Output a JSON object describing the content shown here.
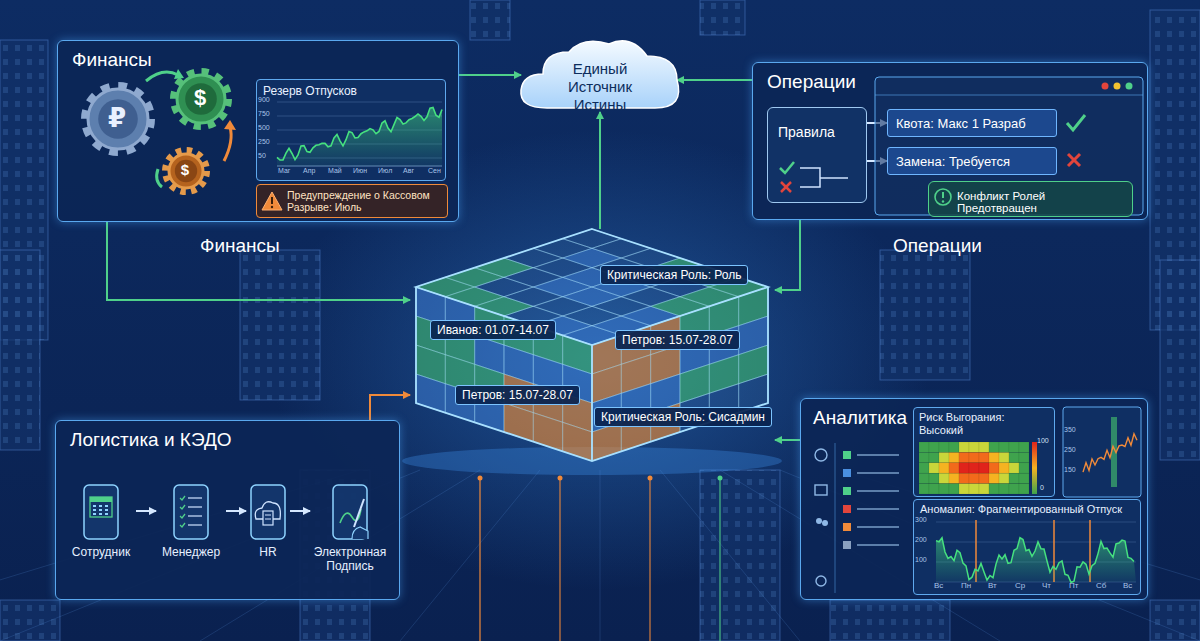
{
  "diagram": {
    "nodes": [
      {
        "text": [
          "Финансы"
        ]
      },
      {
        "text": [
          "Резерв Отпусков"
        ],
        "in": 0
      },
      {
        "text": [
          "Предупреждение о Кассовом Разрыве: Июль"
        ],
        "in": 0
      },
      {
        "text": [
          "Единый Источник Истины"
        ]
      },
      {
        "text": [
          "Операции"
        ]
      },
      {
        "text": [
          "Правила"
        ],
        "in": 4
      },
      {
        "text": [
          "Квота: Макс 1 Разраб"
        ],
        "in": 4
      },
      {
        "text": [
          "Замена: Требуется"
        ],
        "in": 4
      },
      {
        "text": [
          "Конфликт Ролей Предотвращен"
        ],
        "in": 4
      },
      {
        "text": [
          "Критическая Роль: Роль",
          "Иванов: 01.07-14.07",
          "Петров: 15.07-28.07",
          "Петров: 15.07-28.07",
          "Критическая Роль: Сисадмин"
        ]
      },
      {
        "text": [
          "Логистика и КЭДО"
        ]
      },
      {
        "text": [
          "Сотрудник"
        ],
        "in": 10
      },
      {
        "text": [
          "Менеджер"
        ],
        "in": 10
      },
      {
        "text": [
          "HR"
        ],
        "in": 10
      },
      {
        "text": [
          "Электронная Подпись"
        ],
        "in": 10
      },
      {
        "text": [
          "Аналитика"
        ]
      },
      {
        "text": [
          "Риск Выгорания: Высокий"
        ],
        "in": 15
      },
      {
        "text": [
          "Аномалия: Фрагментированный Отпуск"
        ],
        "in": 15
      }
    ],
    "edges": [
      {
        "from": 0,
        "to": 3,
        "arrow": "to"
      },
      {
        "from": 4,
        "to": 3,
        "arrow": "to"
      },
      {
        "from": 9,
        "to": 3,
        "arrow": "to"
      },
      {
        "from": 0,
        "to": 9,
        "arrow": "to"
      },
      {
        "from": 4,
        "to": 9,
        "arrow": "to"
      },
      {
        "from": 10,
        "to": 9,
        "arrow": "to"
      },
      {
        "from": 15,
        "to": 9,
        "arrow": "to"
      },
      {
        "from": 5,
        "to": 6,
        "arrow": "to"
      },
      {
        "from": 5,
        "to": 7,
        "arrow": "to"
      },
      {
        "from": 11,
        "to": 12,
        "arrow": "to"
      },
      {
        "from": 12,
        "to": 13,
        "arrow": "to"
      },
      {
        "from": 13,
        "to": 14,
        "arrow": "to"
      }
    ],
    "labels": [
      "Финансы",
      "Операции",
      "₽",
      "$",
      "$",
      "900",
      "750",
      "500",
      "250",
      "50",
      "Маг",
      "Апр",
      "Май",
      "Июн",
      "Июл",
      "Авг",
      "Сен",
      "100",
      "0",
      "350",
      "250",
      "150",
      "300",
      "200",
      "100",
      "Вс",
      "Пн",
      "Вт",
      "Ср",
      "Чт",
      "Пт",
      "Сб",
      "Вс"
    ]
  }
}
